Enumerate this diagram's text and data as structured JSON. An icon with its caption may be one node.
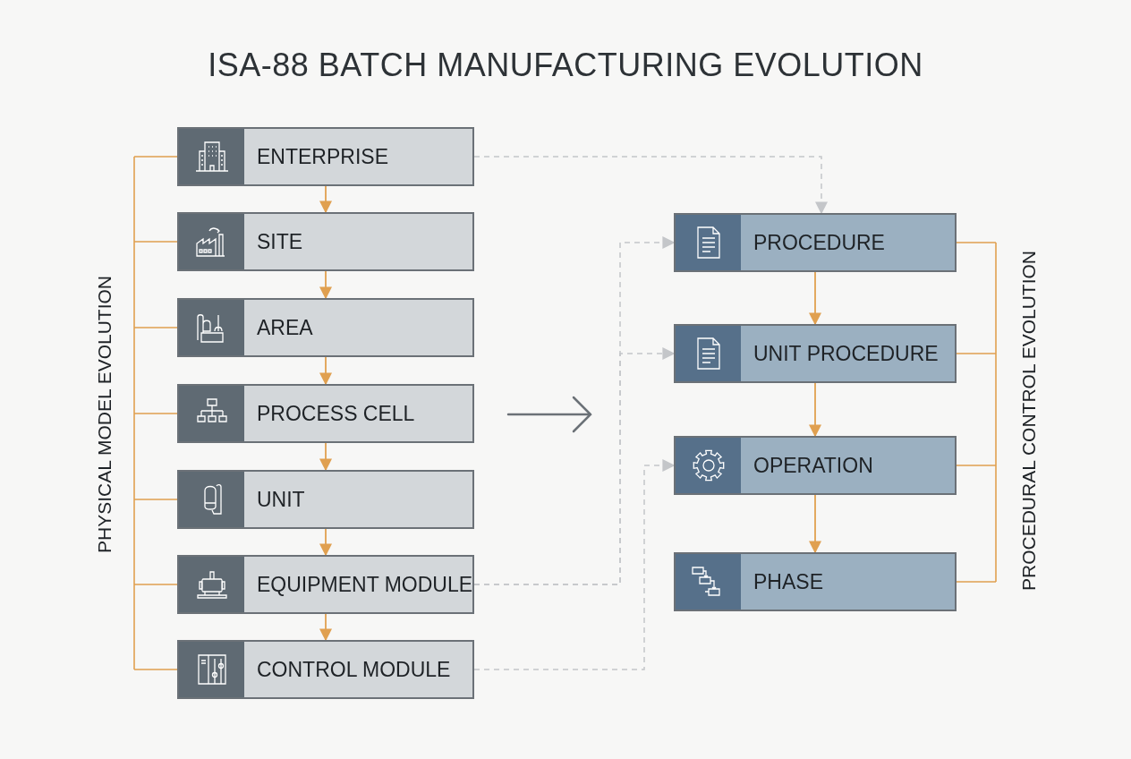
{
  "diagram": {
    "title": "ISA-88 BATCH MANUFACTURING EVOLUTION",
    "nodes": [
      {
        "text": [
          "ENTERPRISE"
        ]
      },
      {
        "text": [
          "SITE"
        ]
      },
      {
        "text": [
          "AREA"
        ]
      },
      {
        "text": [
          "PROCESS CELL"
        ]
      },
      {
        "text": [
          "UNIT"
        ]
      },
      {
        "text": [
          "EQUIPMENT MODULE"
        ]
      },
      {
        "text": [
          "CONTROL MODULE"
        ]
      },
      {
        "text": [
          "PROCEDURE"
        ]
      },
      {
        "text": [
          "UNIT PROCEDURE"
        ]
      },
      {
        "text": [
          "OPERATION"
        ]
      },
      {
        "text": [
          "PHASE"
        ]
      }
    ],
    "edges": [
      {
        "from": 0,
        "to": 1,
        "arrow": "to"
      },
      {
        "from": 1,
        "to": 2,
        "arrow": "to"
      },
      {
        "from": 2,
        "to": 3,
        "arrow": "to"
      },
      {
        "from": 3,
        "to": 4,
        "arrow": "to"
      },
      {
        "from": 4,
        "to": 5,
        "arrow": "to"
      },
      {
        "from": 5,
        "to": 6,
        "arrow": "to"
      },
      {
        "from": 7,
        "to": 8,
        "arrow": "to"
      },
      {
        "from": 8,
        "to": 9,
        "arrow": "to"
      },
      {
        "from": 9,
        "to": 10,
        "arrow": "to"
      },
      {
        "from": 0,
        "to": 7,
        "arrow": "to",
        "style": "dashed",
        "color": "#c4c6c9"
      },
      {
        "from": 5,
        "to": 7,
        "arrow": "to",
        "style": "dashed",
        "color": "#c4c6c9"
      },
      {
        "from": 5,
        "to": 8,
        "arrow": "to",
        "style": "dashed",
        "color": "#c4c6c9"
      },
      {
        "from": 6,
        "to": 9,
        "arrow": "to",
        "style": "dashed",
        "color": "#c4c6c9"
      }
    ],
    "labels": [
      "PHYSICAL MODEL EVOLUTION",
      "PROCEDURAL CONTROL EVOLUTION"
    ]
  }
}
